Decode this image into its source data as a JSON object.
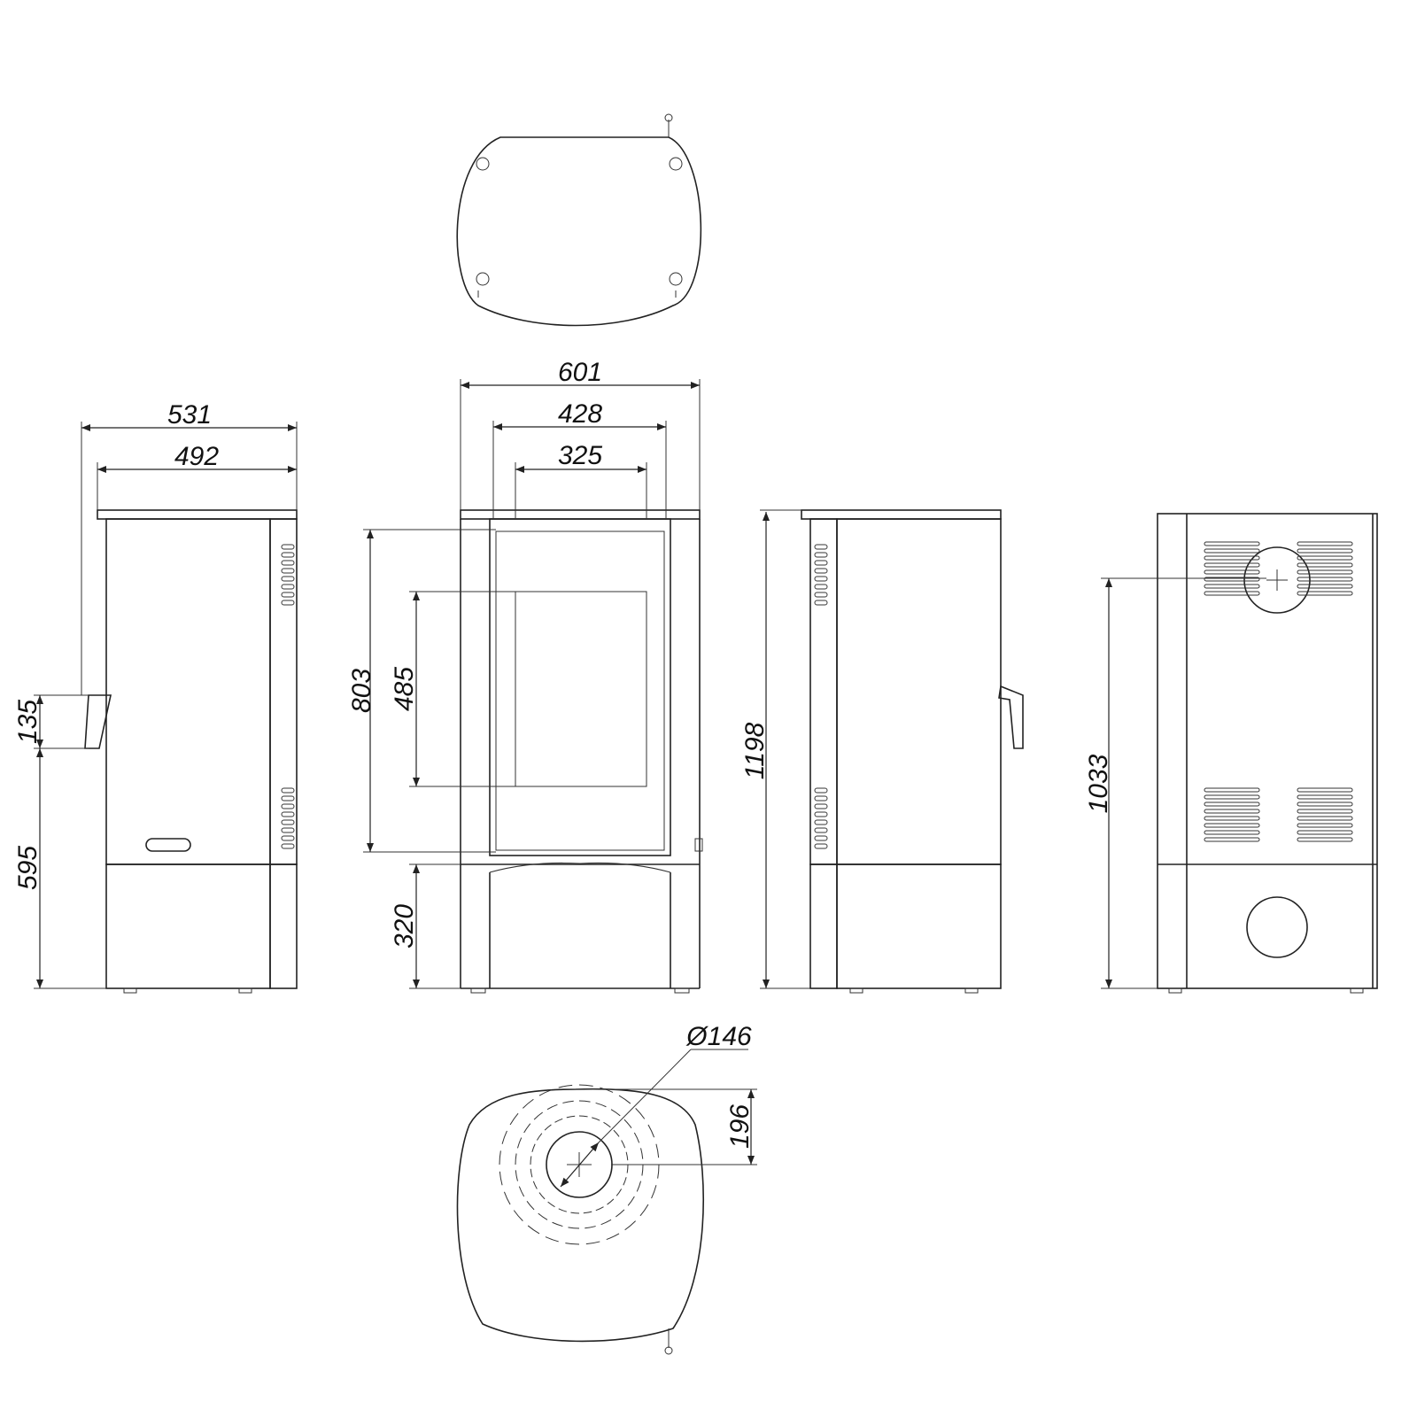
{
  "views": [
    "top-view",
    "left-side-view",
    "front-view",
    "right-side-view",
    "back-view",
    "bottom-view"
  ],
  "dimensions": {
    "side_depth_total": "531",
    "side_depth_body": "492",
    "handle_height": "135",
    "handle_to_floor": "595",
    "front_width": "601",
    "door_width": "428",
    "glass_width": "325",
    "door_height": "803",
    "glass_height": "485",
    "base_height": "320",
    "total_height": "1198",
    "flue_height": "1033",
    "flue_diameter": "Ø146",
    "flue_offset": "196"
  },
  "colors": {
    "line": "#222222",
    "background": "#ffffff"
  }
}
